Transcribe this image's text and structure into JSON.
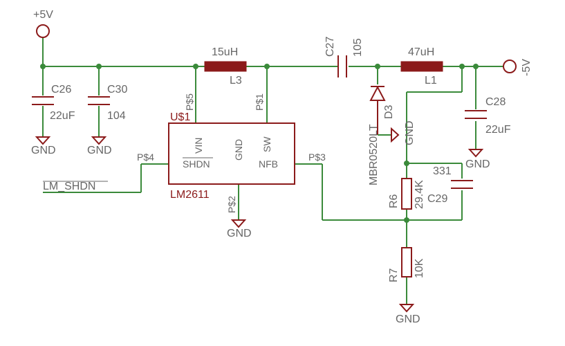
{
  "nets": {
    "vin": "+5V",
    "vout": "-5V",
    "shdn": "LM_SHDN",
    "gnd": "GND"
  },
  "ic": {
    "name": "U$1",
    "value": "LM2611",
    "pins": {
      "vin": "VIN",
      "shdn": "SHDN",
      "gnd": "GND",
      "sw": "SW",
      "nfb": "NFB"
    },
    "pads": {
      "p1": "P$1",
      "p2": "P$2",
      "p3": "P$3",
      "p4": "P$4",
      "p5": "P$5"
    }
  },
  "components": {
    "c26": {
      "name": "C26",
      "value": "22uF"
    },
    "c30": {
      "name": "C30",
      "value": "104"
    },
    "l3": {
      "name": "L3",
      "value": "15uH"
    },
    "c27": {
      "name": "C27",
      "value": "105"
    },
    "l1": {
      "name": "L1",
      "value": "47uH"
    },
    "d3": {
      "name": "D3",
      "value": "MBR0520LT"
    },
    "c28": {
      "name": "C28",
      "value": "22uF"
    },
    "c29": {
      "name": "C29",
      "value": "331"
    },
    "r6": {
      "name": "R6",
      "value": "29.4K"
    },
    "r7": {
      "name": "R7",
      "value": "10K"
    }
  },
  "colors": {
    "wire": "#3a8a3a",
    "part": "#8b1a1a",
    "label": "#666666"
  }
}
